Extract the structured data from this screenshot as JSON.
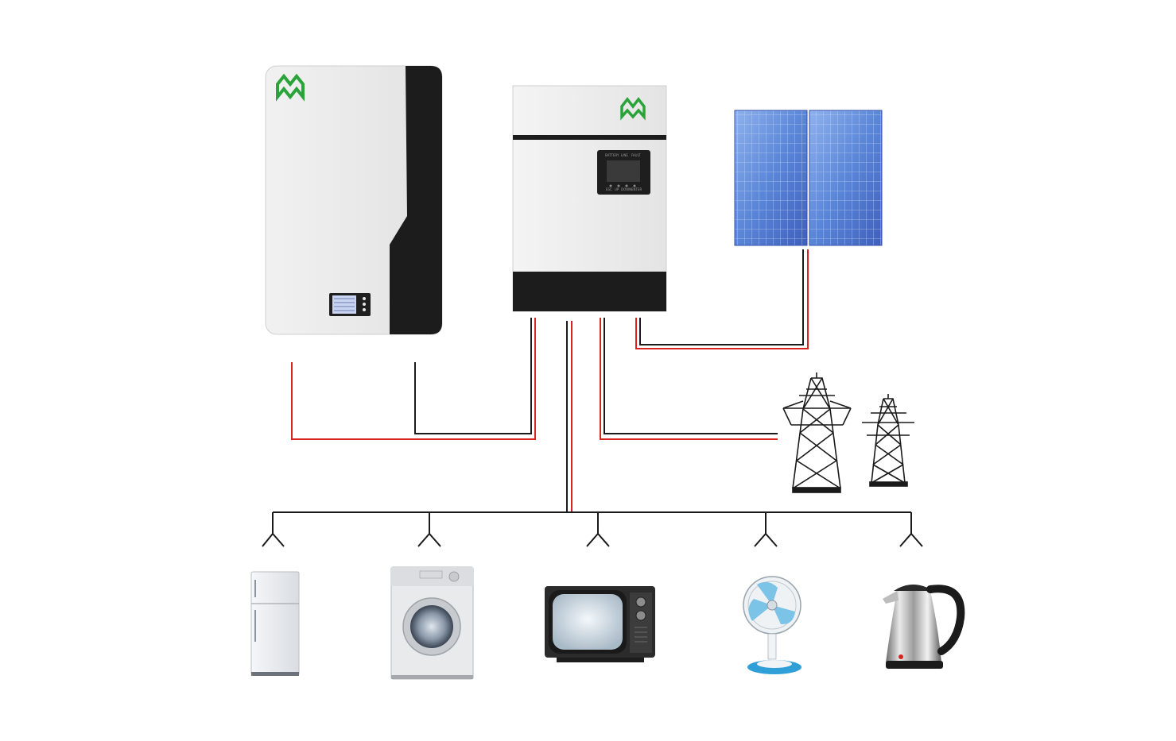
{
  "diagram": {
    "components": [
      {
        "id": "battery",
        "name": "battery-unit",
        "icon": "wall-battery-icon"
      },
      {
        "id": "inverter",
        "name": "hybrid-inverter",
        "icon": "inverter-icon"
      },
      {
        "id": "solar",
        "name": "solar-panels",
        "icon": "solar-panel-icon"
      },
      {
        "id": "grid",
        "name": "utility-grid",
        "icon": "transmission-tower-icon"
      },
      {
        "id": "fridge",
        "name": "refrigerator",
        "icon": "refrigerator-icon"
      },
      {
        "id": "washer",
        "name": "washing-machine",
        "icon": "washing-machine-icon"
      },
      {
        "id": "tv",
        "name": "television",
        "icon": "tv-icon"
      },
      {
        "id": "fan",
        "name": "electric-fan",
        "icon": "fan-icon"
      },
      {
        "id": "kettle",
        "name": "electric-kettle",
        "icon": "kettle-icon"
      }
    ],
    "connections": [
      {
        "from": "battery",
        "to": "inverter"
      },
      {
        "from": "solar",
        "to": "inverter"
      },
      {
        "from": "grid",
        "to": "inverter"
      },
      {
        "from": "inverter",
        "to": "loads"
      }
    ],
    "colors": {
      "positive_wire": "#d8231f",
      "negative_wire": "#1a1a1a",
      "logo_green": "#2aa43a",
      "device_dark": "#1c1c1c",
      "device_light": "#ececec",
      "solar_blue": "#5b86d6"
    },
    "inverter_panel": {
      "top_labels": [
        "BATTERY",
        "LINE",
        "FAULT"
      ],
      "bottom_labels": [
        "ESC",
        "UP",
        "DOWN",
        "ENTER"
      ]
    }
  }
}
